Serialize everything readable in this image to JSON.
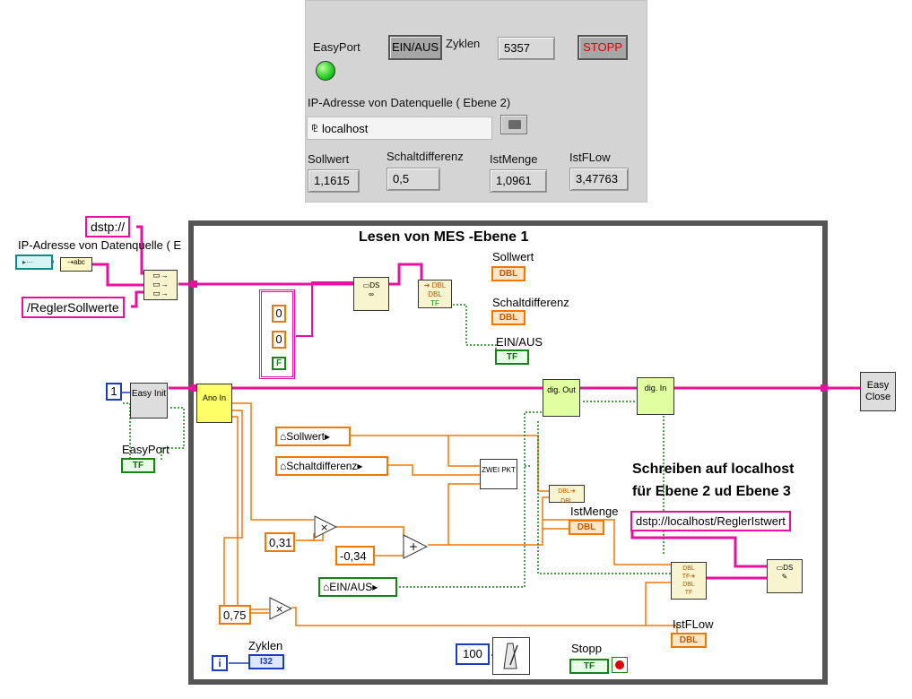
{
  "front_panel": {
    "easyport_label": "EasyPort",
    "ein_aus_button": "EIN/AUS",
    "zyklen_label": "Zyklen",
    "zyklen_value": "5357",
    "stopp_button": "STOPP",
    "ip_label": "IP-Adresse von Datenquelle ( Ebene 2)",
    "ip_value": "localhost",
    "fields": [
      {
        "label": "Sollwert",
        "value": "1,1615"
      },
      {
        "label": "Schaltdifferenz",
        "value": "0,5"
      },
      {
        "label": "IstMenge",
        "value": "1,0961"
      },
      {
        "label": "IstFLow",
        "value": "3,47763"
      }
    ],
    "led_color": "#22cc22"
  },
  "diagram": {
    "dstp_const": "dstp://",
    "ip_terminal_label": "IP-Adresse von Datenquelle ( E",
    "path_const": "/ReglerSollwerte",
    "read_title": "Lesen von MES -Ebene 1",
    "cluster_values": [
      "0",
      "0",
      "F"
    ],
    "ind_sollwert": "Sollwert",
    "ind_schaltdifferenz": "Schaltdifferenz",
    "ind_einaus": "EIN/AUS",
    "const_one": "1",
    "easy_init": "Easy Init",
    "easyport_ind": "EasyPort",
    "ano_in": "Ano In",
    "local_sollwert": "Sollwert",
    "local_schaltdifferenz": "Schaltdifferenz",
    "zwei_pkt": "ZWEI PKT",
    "dig_out": "dig. Out",
    "dig_in": "dig. In",
    "easy_close": "Easy Close",
    "write_title_1": "Schreiben auf localhost",
    "write_title_2": "für Ebene 2 ud Ebene 3",
    "url_const": "dstp://localhost/ReglerIstwert",
    "ind_istmenge": "IstMenge",
    "const_031": "0,31",
    "const_034": "-0,34",
    "local_einaus": "EIN/AUS",
    "const_075": "0,75",
    "ind_istflow": "IstFLow",
    "zyklen_label": "Zyklen",
    "iter_i": "i",
    "const_100": "100",
    "stopp_label": "Stopp",
    "type_dbl": "DBL",
    "type_tf": "TF",
    "type_i32": "I32",
    "type_f": "F"
  }
}
